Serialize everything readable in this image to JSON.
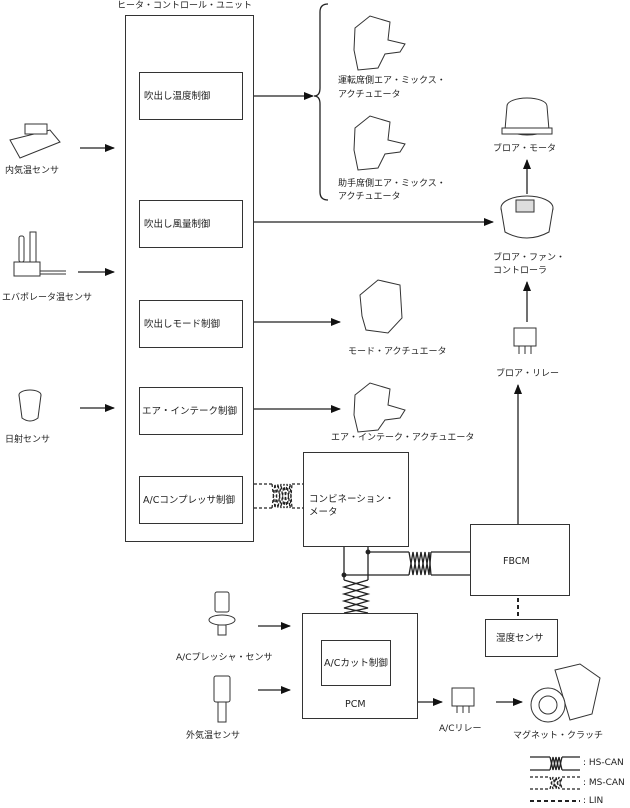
{
  "title": "ヒータ・コントロール・ユニット",
  "controls": {
    "outlet_temp": "吹出し温度制御",
    "fan_volume": "吹出し風量制御",
    "outlet_mode": "吹出しモード制御",
    "air_intake": "エア・インテーク制御",
    "ac_compressor": "A/Cコンプレッサ制御"
  },
  "inputs": {
    "cabin_temp_sensor": "内気温センサ",
    "evaporator_temp_sensor": "エバポレータ温センサ",
    "solar_sensor": "日射センサ",
    "ac_pressure_sensor": "A/Cプレッシャ・センサ",
    "ambient_temp_sensor": "外気温センサ"
  },
  "actuators": {
    "driver_air_mix": [
      "運転席側エア・ミックス・",
      "アクチュエータ"
    ],
    "passenger_air_mix": [
      "助手席側エア・ミックス・",
      "アクチュエータ"
    ],
    "mode_actuator": "モード・アクチュエータ",
    "air_intake_actuator": "エア・インテーク・アクチュエータ",
    "blower_motor": "ブロア・モータ",
    "blower_fan_controller": [
      "ブロア・ファン・",
      "コントローラ"
    ],
    "blower_relay": "ブロア・リレー",
    "ac_relay": "A/Cリレー",
    "magnetic_clutch": "マグネット・クラッチ"
  },
  "modules": {
    "combination_meter": [
      "コンビネーション・",
      "メータ"
    ],
    "fbcm": "FBCM",
    "humidity_sensor": "湿度センサ",
    "pcm": "PCM",
    "ac_cut_control": "A/Cカット制御"
  },
  "legend": {
    "hs_can": ": HS-CAN",
    "ms_can": ": MS-CAN",
    "lin": ": LIN"
  }
}
